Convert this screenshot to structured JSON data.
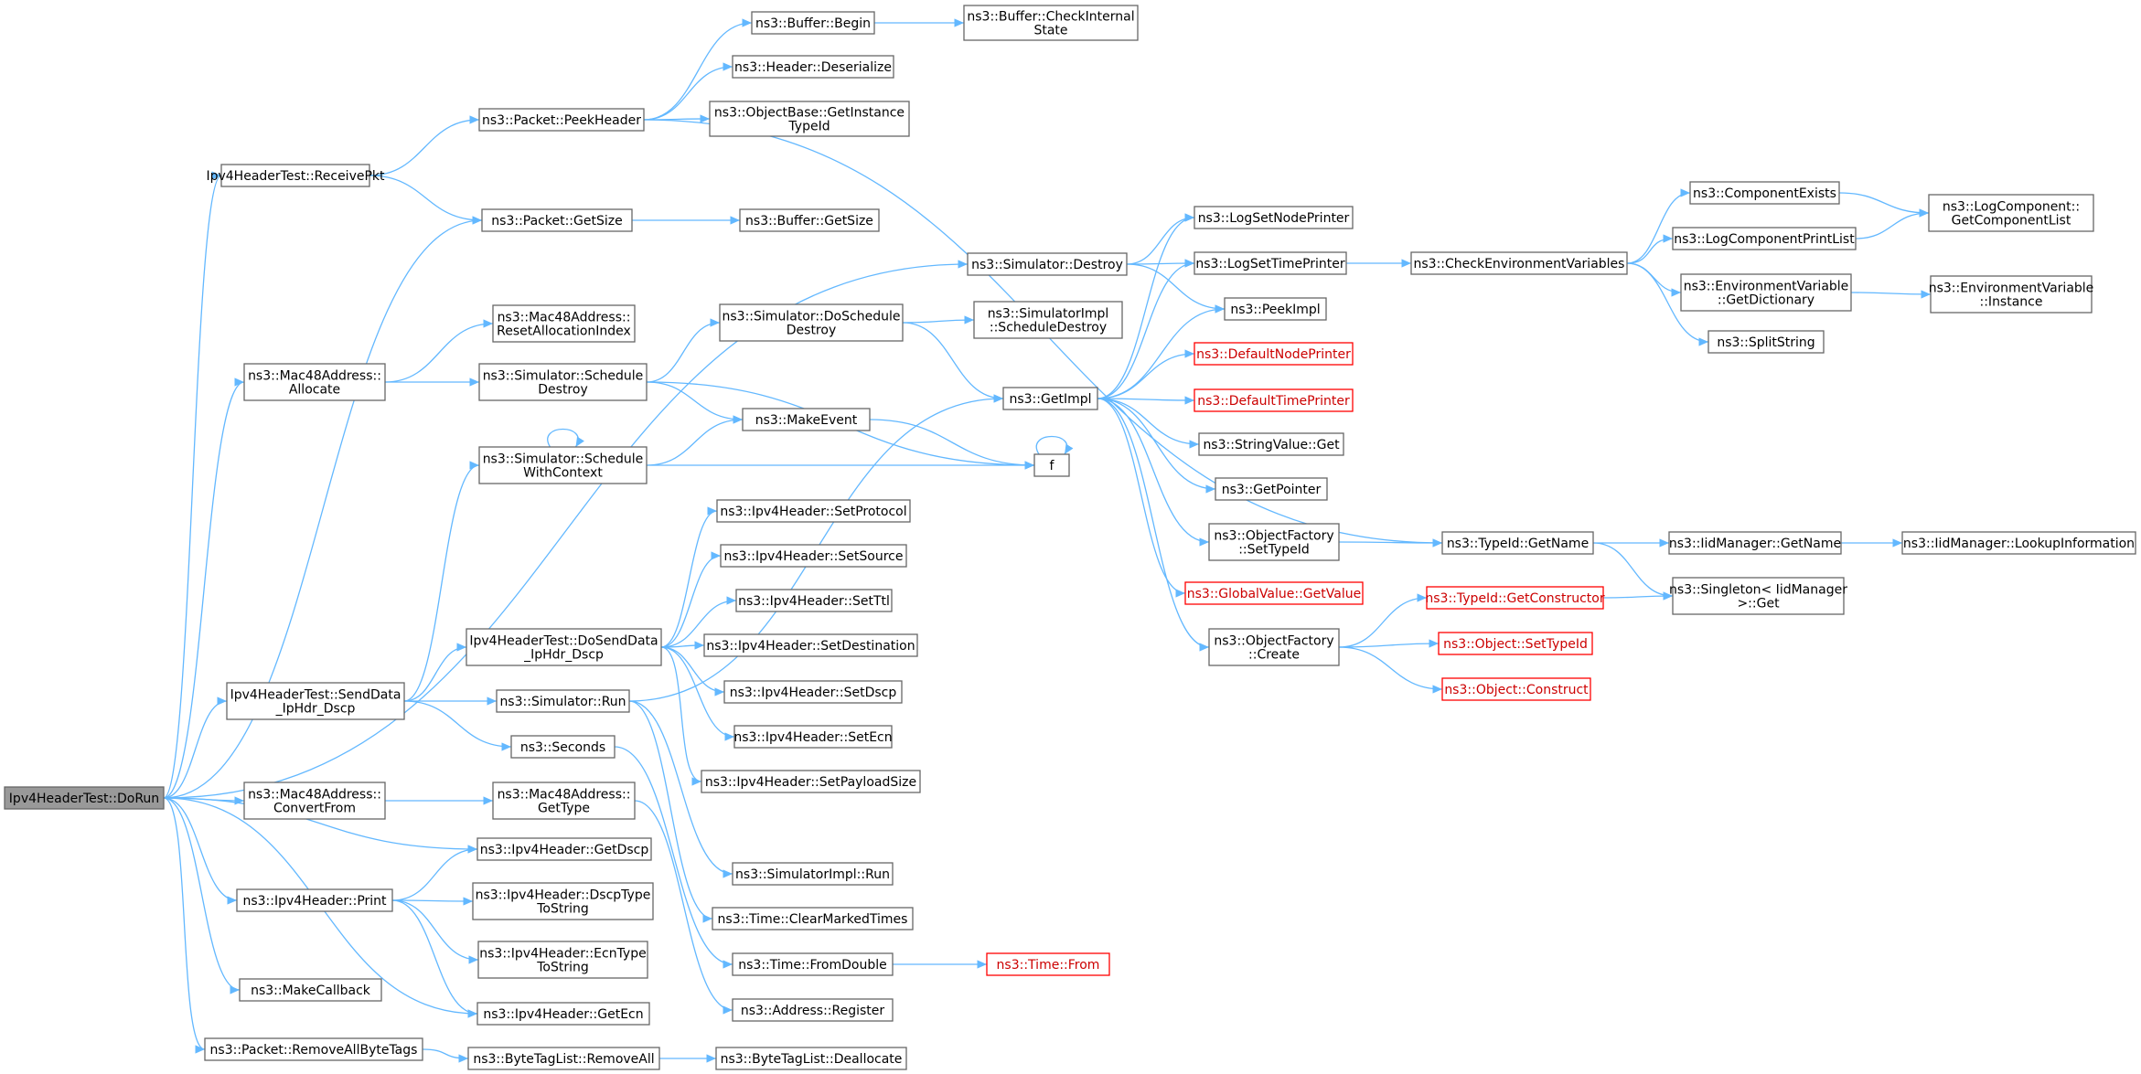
{
  "nodes": [
    {
      "id": "doRun",
      "lines": [
        "Ipv4HeaderTest::DoRun"
      ],
      "highlight": true
    },
    {
      "id": "receivePkt",
      "lines": [
        "Ipv4HeaderTest::ReceivePkt"
      ]
    },
    {
      "id": "peekHeader",
      "lines": [
        "ns3::Packet::PeekHeader"
      ]
    },
    {
      "id": "bufBegin",
      "lines": [
        "ns3::Buffer::Begin"
      ]
    },
    {
      "id": "bufCheck",
      "lines": [
        "ns3::Buffer::CheckInternal",
        "State"
      ]
    },
    {
      "id": "hdrDeser",
      "lines": [
        "ns3::Header::Deserialize"
      ]
    },
    {
      "id": "objBase",
      "lines": [
        "ns3::ObjectBase::GetInstance",
        "TypeId"
      ]
    },
    {
      "id": "pktGetSize",
      "lines": [
        "ns3::Packet::GetSize"
      ]
    },
    {
      "id": "bufGetSize",
      "lines": [
        "ns3::Buffer::GetSize"
      ]
    },
    {
      "id": "simDestroy",
      "lines": [
        "ns3::Simulator::Destroy"
      ]
    },
    {
      "id": "macAllocate",
      "lines": [
        "ns3::Mac48Address::",
        "Allocate"
      ]
    },
    {
      "id": "macReset",
      "lines": [
        "ns3::Mac48Address::",
        "ResetAllocationIndex"
      ]
    },
    {
      "id": "simSchedDestroy",
      "lines": [
        "ns3::Simulator::Schedule",
        "Destroy"
      ]
    },
    {
      "id": "simDoSchedDestroy",
      "lines": [
        "ns3::Simulator::DoSchedule",
        "Destroy"
      ]
    },
    {
      "id": "simImplSchedDestroy",
      "lines": [
        "ns3::SimulatorImpl",
        "::ScheduleDestroy"
      ]
    },
    {
      "id": "makeEvent",
      "lines": [
        "ns3::MakeEvent"
      ]
    },
    {
      "id": "simSchedCtx",
      "lines": [
        "ns3::Simulator::Schedule",
        "WithContext"
      ]
    },
    {
      "id": "f",
      "lines": [
        "f"
      ]
    },
    {
      "id": "getImpl",
      "lines": [
        "ns3::GetImpl"
      ]
    },
    {
      "id": "logNode",
      "lines": [
        "ns3::LogSetNodePrinter"
      ]
    },
    {
      "id": "logTime",
      "lines": [
        "ns3::LogSetTimePrinter"
      ]
    },
    {
      "id": "peekImpl",
      "lines": [
        "ns3::PeekImpl"
      ]
    },
    {
      "id": "defNode",
      "lines": [
        "ns3::DefaultNodePrinter"
      ],
      "red": true
    },
    {
      "id": "defTime",
      "lines": [
        "ns3::DefaultTimePrinter"
      ],
      "red": true
    },
    {
      "id": "strGet",
      "lines": [
        "ns3::StringValue::Get"
      ]
    },
    {
      "id": "getPointer",
      "lines": [
        "ns3::GetPointer"
      ]
    },
    {
      "id": "ofSetTypeId",
      "lines": [
        "ns3::ObjectFactory",
        "::SetTypeId"
      ]
    },
    {
      "id": "gvGetValue",
      "lines": [
        "ns3::GlobalValue::GetValue"
      ],
      "red": true
    },
    {
      "id": "ofCreate",
      "lines": [
        "ns3::ObjectFactory",
        "::Create"
      ]
    },
    {
      "id": "checkEnv",
      "lines": [
        "ns3::CheckEnvironmentVariables"
      ]
    },
    {
      "id": "compExists",
      "lines": [
        "ns3::ComponentExists"
      ]
    },
    {
      "id": "logCompPrint",
      "lines": [
        "ns3::LogComponentPrintList"
      ]
    },
    {
      "id": "envDict",
      "lines": [
        "ns3::EnvironmentVariable",
        "::GetDictionary"
      ]
    },
    {
      "id": "splitStr",
      "lines": [
        "ns3::SplitString"
      ]
    },
    {
      "id": "logCompGet",
      "lines": [
        "ns3::LogComponent::",
        "GetComponentList"
      ]
    },
    {
      "id": "envInst",
      "lines": [
        "ns3::EnvironmentVariable",
        "::Instance"
      ]
    },
    {
      "id": "typeGetName",
      "lines": [
        "ns3::TypeId::GetName"
      ]
    },
    {
      "id": "iidGetName",
      "lines": [
        "ns3::IidManager::GetName"
      ]
    },
    {
      "id": "iidLookup",
      "lines": [
        "ns3::IidManager::LookupInformation"
      ]
    },
    {
      "id": "singleton",
      "lines": [
        "ns3::Singleton< IidManager",
        ">::Get"
      ]
    },
    {
      "id": "typeGetCtor",
      "lines": [
        "ns3::TypeId::GetConstructor"
      ],
      "red": true
    },
    {
      "id": "objSetTypeId",
      "lines": [
        "ns3::Object::SetTypeId"
      ],
      "red": true
    },
    {
      "id": "objConstruct",
      "lines": [
        "ns3::Object::Construct"
      ],
      "red": true
    },
    {
      "id": "sendData",
      "lines": [
        "Ipv4HeaderTest::SendData",
        "_IpHdr_Dscp"
      ]
    },
    {
      "id": "doSendData",
      "lines": [
        "Ipv4HeaderTest::DoSendData",
        "_IpHdr_Dscp"
      ]
    },
    {
      "id": "setProtocol",
      "lines": [
        "ns3::Ipv4Header::SetProtocol"
      ]
    },
    {
      "id": "setSource",
      "lines": [
        "ns3::Ipv4Header::SetSource"
      ]
    },
    {
      "id": "setTtl",
      "lines": [
        "ns3::Ipv4Header::SetTtl"
      ]
    },
    {
      "id": "setDest",
      "lines": [
        "ns3::Ipv4Header::SetDestination"
      ]
    },
    {
      "id": "setDscp",
      "lines": [
        "ns3::Ipv4Header::SetDscp"
      ]
    },
    {
      "id": "setEcn",
      "lines": [
        "ns3::Ipv4Header::SetEcn"
      ]
    },
    {
      "id": "setPayload",
      "lines": [
        "ns3::Ipv4Header::SetPayloadSize"
      ]
    },
    {
      "id": "simRun",
      "lines": [
        "ns3::Simulator::Run"
      ]
    },
    {
      "id": "seconds",
      "lines": [
        "ns3::Seconds"
      ]
    },
    {
      "id": "simImplRun",
      "lines": [
        "ns3::SimulatorImpl::Run"
      ]
    },
    {
      "id": "timeClear",
      "lines": [
        "ns3::Time::ClearMarkedTimes"
      ]
    },
    {
      "id": "timeFromDouble",
      "lines": [
        "ns3::Time::FromDouble"
      ]
    },
    {
      "id": "timeFrom",
      "lines": [
        "ns3::Time::From"
      ],
      "red": true
    },
    {
      "id": "addrRegister",
      "lines": [
        "ns3::Address::Register"
      ]
    },
    {
      "id": "macConvert",
      "lines": [
        "ns3::Mac48Address::",
        "ConvertFrom"
      ]
    },
    {
      "id": "macGetType",
      "lines": [
        "ns3::Mac48Address::",
        "GetType"
      ]
    },
    {
      "id": "getDscp",
      "lines": [
        "ns3::Ipv4Header::GetDscp"
      ]
    },
    {
      "id": "hdrPrint",
      "lines": [
        "ns3::Ipv4Header::Print"
      ]
    },
    {
      "id": "dscpToStr",
      "lines": [
        "ns3::Ipv4Header::DscpType",
        "ToString"
      ]
    },
    {
      "id": "ecnToStr",
      "lines": [
        "ns3::Ipv4Header::EcnType",
        "ToString"
      ]
    },
    {
      "id": "makeCallback",
      "lines": [
        "ns3::MakeCallback"
      ]
    },
    {
      "id": "getEcn",
      "lines": [
        "ns3::Ipv4Header::GetEcn"
      ]
    },
    {
      "id": "removeAllByteTags",
      "lines": [
        "ns3::Packet::RemoveAllByteTags"
      ]
    },
    {
      "id": "btlRemoveAll",
      "lines": [
        "ns3::ByteTagList::RemoveAll"
      ]
    },
    {
      "id": "btlDealloc",
      "lines": [
        "ns3::ByteTagList::Deallocate"
      ]
    }
  ],
  "edges": [
    [
      "doRun",
      "receivePkt"
    ],
    [
      "doRun",
      "pktGetSize"
    ],
    [
      "doRun",
      "simDestroy"
    ],
    [
      "doRun",
      "macAllocate"
    ],
    [
      "doRun",
      "sendData"
    ],
    [
      "doRun",
      "macConvert"
    ],
    [
      "doRun",
      "getDscp"
    ],
    [
      "doRun",
      "hdrPrint"
    ],
    [
      "doRun",
      "makeCallback"
    ],
    [
      "doRun",
      "getEcn"
    ],
    [
      "doRun",
      "removeAllByteTags"
    ],
    [
      "receivePkt",
      "peekHeader"
    ],
    [
      "receivePkt",
      "pktGetSize"
    ],
    [
      "peekHeader",
      "bufBegin"
    ],
    [
      "peekHeader",
      "hdrDeser"
    ],
    [
      "peekHeader",
      "objBase"
    ],
    [
      "peekHeader",
      "typeGetName"
    ],
    [
      "bufBegin",
      "bufCheck"
    ],
    [
      "pktGetSize",
      "bufGetSize"
    ],
    [
      "simDestroy",
      "logNode"
    ],
    [
      "simDestroy",
      "logTime"
    ],
    [
      "simDestroy",
      "peekImpl"
    ],
    [
      "macAllocate",
      "macReset"
    ],
    [
      "macAllocate",
      "simSchedDestroy"
    ],
    [
      "simSchedDestroy",
      "simDoSchedDestroy"
    ],
    [
      "simSchedDestroy",
      "makeEvent"
    ],
    [
      "simSchedDestroy",
      "f"
    ],
    [
      "simDoSchedDestroy",
      "simImplSchedDestroy"
    ],
    [
      "simDoSchedDestroy",
      "getImpl"
    ],
    [
      "makeEvent",
      "f"
    ],
    [
      "simSchedCtx",
      "makeEvent"
    ],
    [
      "simSchedCtx",
      "f"
    ],
    [
      "simSchedCtx",
      "simSchedCtx"
    ],
    [
      "f",
      "f"
    ],
    [
      "getImpl",
      "logNode"
    ],
    [
      "getImpl",
      "logTime"
    ],
    [
      "getImpl",
      "peekImpl"
    ],
    [
      "getImpl",
      "defNode"
    ],
    [
      "getImpl",
      "defTime"
    ],
    [
      "getImpl",
      "strGet"
    ],
    [
      "getImpl",
      "getPointer"
    ],
    [
      "getImpl",
      "ofSetTypeId"
    ],
    [
      "getImpl",
      "gvGetValue"
    ],
    [
      "getImpl",
      "ofCreate"
    ],
    [
      "logTime",
      "checkEnv"
    ],
    [
      "checkEnv",
      "compExists"
    ],
    [
      "checkEnv",
      "logCompPrint"
    ],
    [
      "checkEnv",
      "envDict"
    ],
    [
      "checkEnv",
      "splitStr"
    ],
    [
      "compExists",
      "logCompGet"
    ],
    [
      "logCompPrint",
      "logCompGet"
    ],
    [
      "envDict",
      "envInst"
    ],
    [
      "ofSetTypeId",
      "typeGetName"
    ],
    [
      "typeGetName",
      "iidGetName"
    ],
    [
      "typeGetName",
      "singleton"
    ],
    [
      "iidGetName",
      "iidLookup"
    ],
    [
      "ofCreate",
      "typeGetCtor"
    ],
    [
      "ofCreate",
      "objSetTypeId"
    ],
    [
      "ofCreate",
      "objConstruct"
    ],
    [
      "typeGetCtor",
      "singleton"
    ],
    [
      "sendData",
      "simSchedCtx"
    ],
    [
      "sendData",
      "doSendData"
    ],
    [
      "sendData",
      "simRun"
    ],
    [
      "sendData",
      "seconds"
    ],
    [
      "doSendData",
      "setProtocol"
    ],
    [
      "doSendData",
      "setSource"
    ],
    [
      "doSendData",
      "setTtl"
    ],
    [
      "doSendData",
      "setDest"
    ],
    [
      "doSendData",
      "setDscp"
    ],
    [
      "doSendData",
      "setEcn"
    ],
    [
      "doSendData",
      "setPayload"
    ],
    [
      "simRun",
      "getImpl"
    ],
    [
      "simRun",
      "simImplRun"
    ],
    [
      "simRun",
      "timeClear"
    ],
    [
      "seconds",
      "timeFromDouble"
    ],
    [
      "timeFromDouble",
      "timeFrom"
    ],
    [
      "macConvert",
      "macGetType"
    ],
    [
      "macGetType",
      "addrRegister"
    ],
    [
      "hdrPrint",
      "getDscp"
    ],
    [
      "hdrPrint",
      "dscpToStr"
    ],
    [
      "hdrPrint",
      "ecnToStr"
    ],
    [
      "hdrPrint",
      "getEcn"
    ],
    [
      "removeAllByteTags",
      "btlRemoveAll"
    ],
    [
      "btlRemoveAll",
      "btlDealloc"
    ]
  ]
}
